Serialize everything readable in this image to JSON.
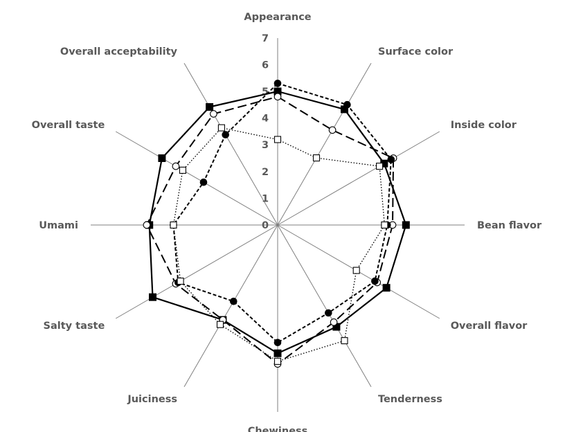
{
  "chart_data": {
    "type": "radar",
    "categories": [
      "Appearance",
      "Surface color",
      "Inside color",
      "Bean flavor",
      "Overall flavor",
      "Tenderness",
      "Chewiness",
      "Juiciness",
      "Salty taste",
      "Umami",
      "Overall taste",
      "Overall acceptability"
    ],
    "rlim": [
      0,
      7
    ],
    "ticks": [
      "0",
      "1",
      "2",
      "3",
      "4",
      "5",
      "6",
      "7"
    ],
    "series": [
      {
        "style": "solid",
        "marker": "filled-square",
        "values": [
          5.0,
          5.0,
          4.6,
          4.8,
          4.7,
          4.4,
          4.8,
          4.1,
          5.4,
          4.8,
          5.0,
          5.1
        ]
      },
      {
        "style": "long-dash",
        "marker": "open-circle",
        "values": [
          4.8,
          4.1,
          5.0,
          4.3,
          4.3,
          4.2,
          5.2,
          4.1,
          4.4,
          4.9,
          4.4,
          4.8
        ]
      },
      {
        "style": "short-dash",
        "marker": "filled-circle",
        "values": [
          5.3,
          5.2,
          4.9,
          4.1,
          4.2,
          3.8,
          4.4,
          3.3,
          4.3,
          3.9,
          3.2,
          3.9
        ]
      },
      {
        "style": "dotted",
        "marker": "open-square",
        "values": [
          3.2,
          2.9,
          4.4,
          4.0,
          3.4,
          5.0,
          5.1,
          4.3,
          4.2,
          3.9,
          4.1,
          4.2
        ]
      }
    ],
    "grid": false,
    "legend": "none"
  }
}
